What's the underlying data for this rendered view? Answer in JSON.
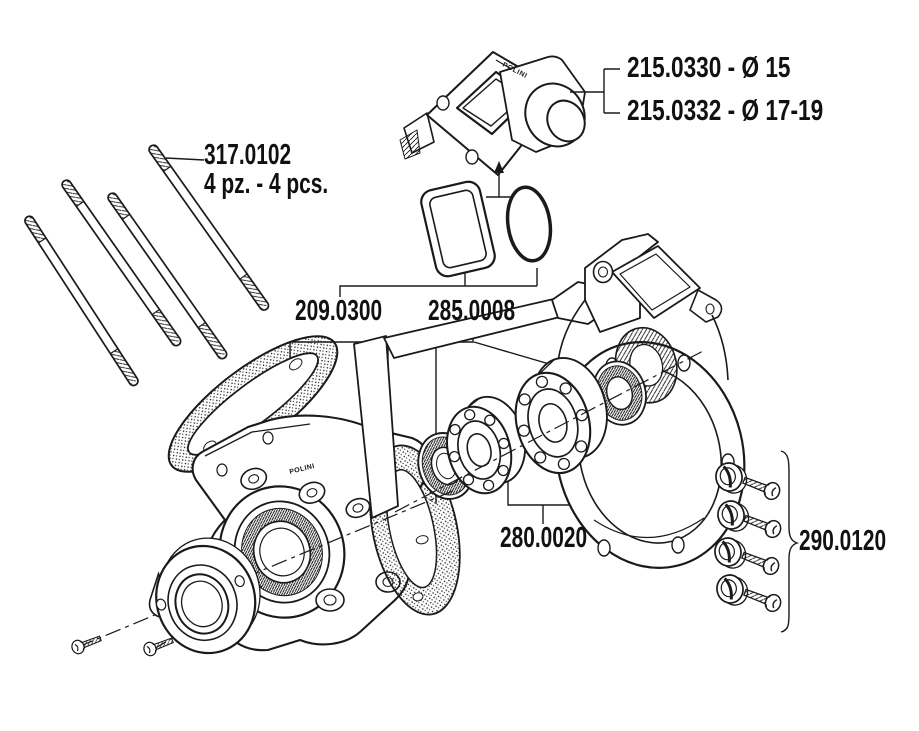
{
  "page": {
    "background": "#ffffff",
    "line_color": "#1a1a1a"
  },
  "diagram": {
    "type": "exploded-parts-diagram",
    "brand": "POLINI",
    "labels": {
      "manifold_15": "215.0330 - Ø 15",
      "manifold_17_19": "215.0332 - Ø 17-19",
      "studs": "317.0102",
      "studs_qty": "4 pz. - 4 pcs.",
      "gasket_set": "209.0300",
      "oil_seals": "285.0008",
      "bearings": "280.0020",
      "fasteners": "290.0120"
    }
  }
}
